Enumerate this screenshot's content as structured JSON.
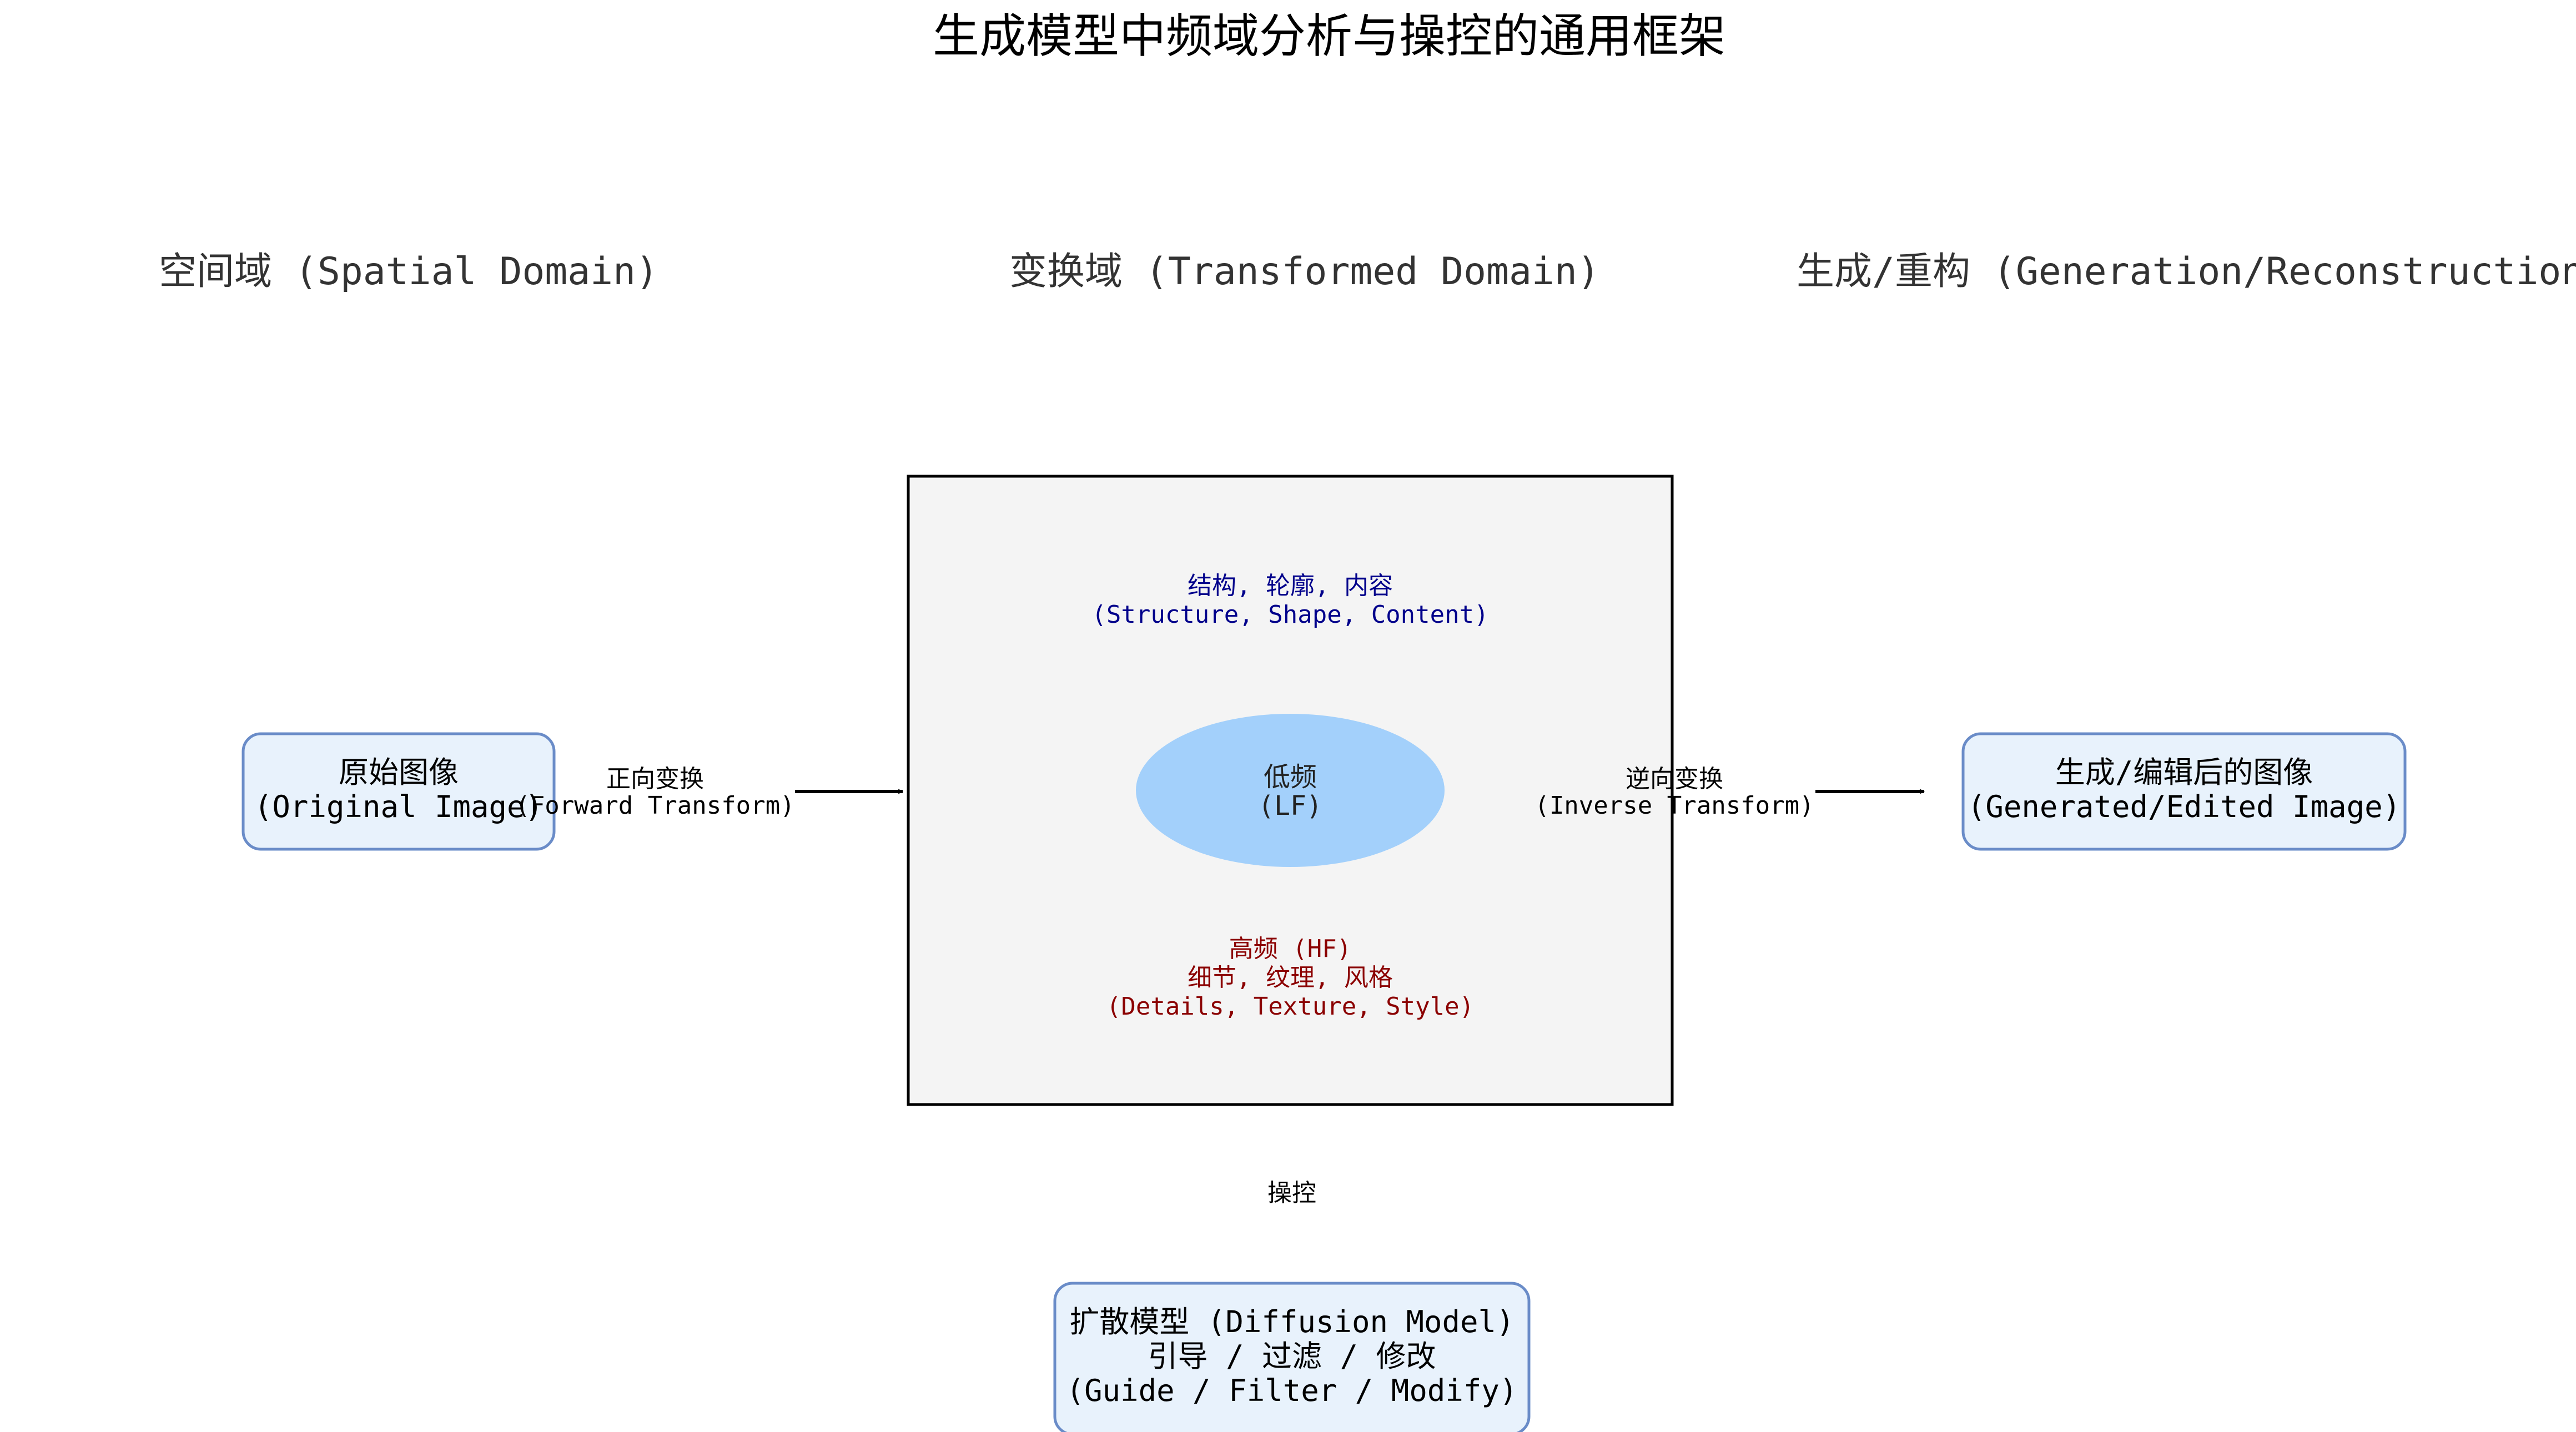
{
  "title": "生成模型中频域分析与操控的通用框架",
  "headings": {
    "spatial": "空间域 (Spatial Domain)",
    "transformed": "变换域 (Transformed Domain)",
    "generation": "生成/重构 (Generation/Reconstruction)"
  },
  "nodes": {
    "original_image": {
      "line1": "原始图像",
      "line2": "(Original Image)"
    },
    "generated_image": {
      "line1": "生成/编辑后的图像",
      "line2": "(Generated/Edited Image)"
    },
    "diffusion_model": {
      "line1": "扩散模型 (Diffusion Model)",
      "line2": "引导 / 过滤 / 修改",
      "line3": "(Guide / Filter / Modify)"
    }
  },
  "edges": {
    "forward": {
      "line1": "正向变换",
      "line2": "(Forward Transform)"
    },
    "inverse": {
      "line1": "逆向变换",
      "line2": "(Inverse Transform)"
    },
    "manipulate": "操控"
  },
  "transform_domain": {
    "structure": {
      "line1": "结构, 轮廓, 内容",
      "line2": "(Structure, Shape, Content)"
    },
    "low_frequency": {
      "line1": "低频",
      "line2": "(LF)"
    },
    "high_frequency": {
      "line1": "高频 (HF)",
      "line2": "细节, 纹理, 风格",
      "line3": "(Details, Texture, Style)"
    }
  },
  "colors": {
    "node_fill": "#e8f2fc",
    "node_border": "#6a8cc8",
    "domain_fill": "#f4f4f4",
    "domain_border": "#000000",
    "low_frequency_fill": "#a3d0fb",
    "structure_text": "#00008b",
    "high_frequency_text": "#8b0000"
  }
}
